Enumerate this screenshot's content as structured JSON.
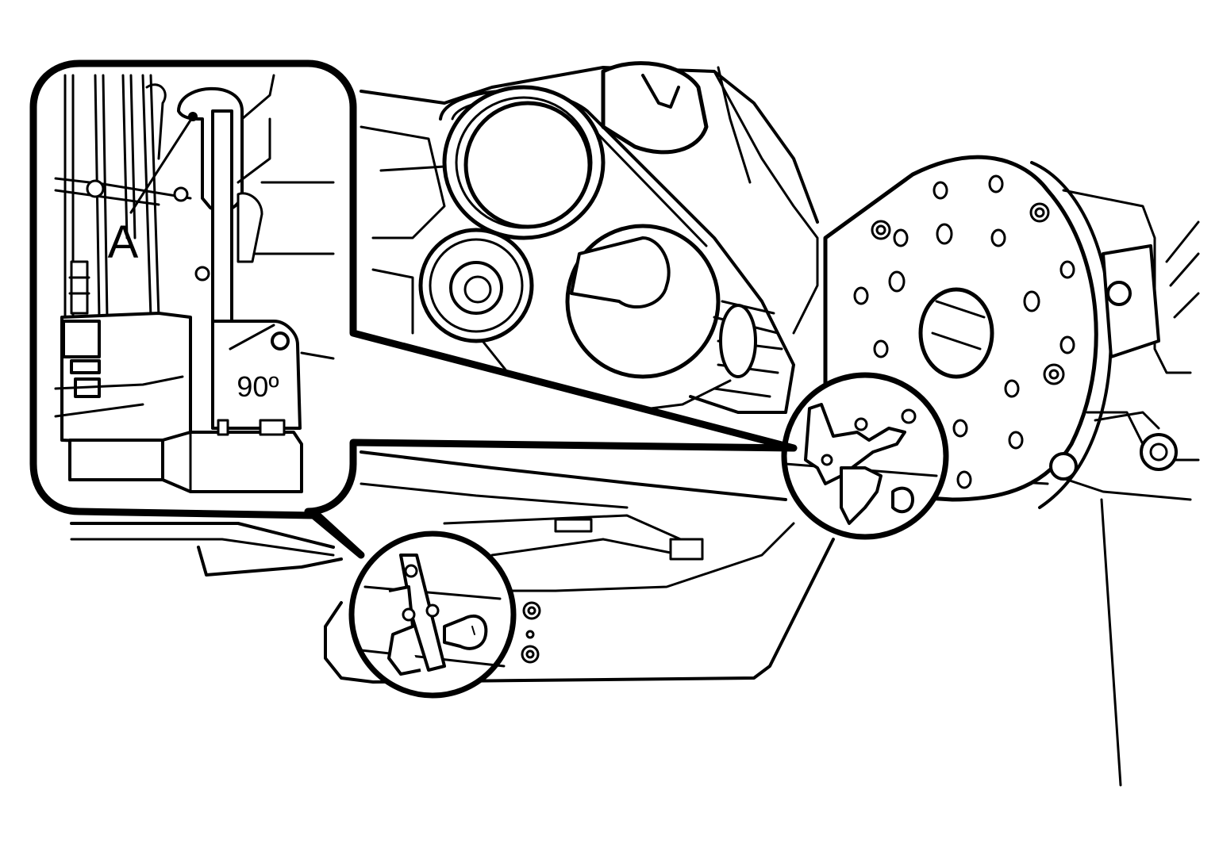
{
  "callout": {
    "label_a": "A",
    "angle_label": "90º"
  },
  "colors": {
    "line": "#000000",
    "background": "#ffffff"
  },
  "components": [
    "engine-block",
    "belt-pulleys",
    "flywheel-plate",
    "transmission-mount",
    "oil-pan",
    "alignment-tool"
  ]
}
